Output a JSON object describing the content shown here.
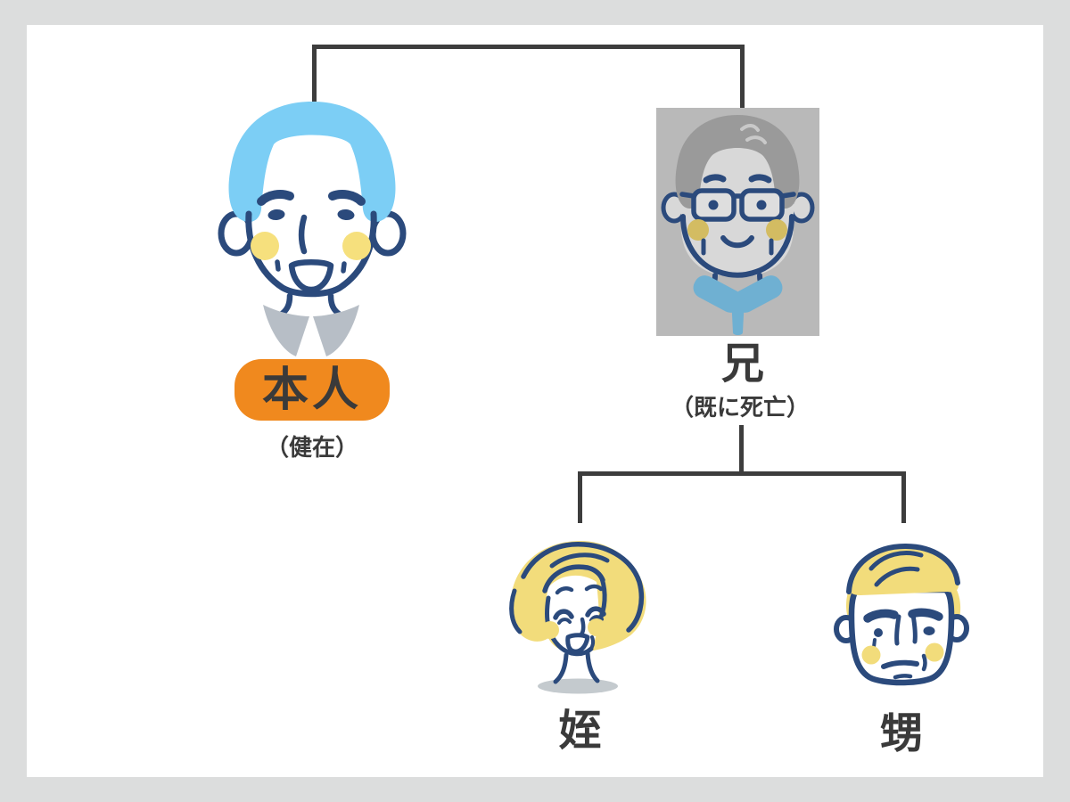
{
  "page": {
    "background": "#dcdddd",
    "card_background": "#ffffff",
    "connector_color": "#3d3d3d",
    "text_color": "#3a3a3a"
  },
  "tree": {
    "self": {
      "label": "本人",
      "status": "（健在）",
      "badge_color": "#F0891E"
    },
    "brother": {
      "label": "兄",
      "status": "（既に死亡）",
      "photo_background": "#B9B9B9"
    },
    "niece": {
      "label": "姪"
    },
    "nephew": {
      "label": "甥"
    }
  },
  "palette": {
    "outline_navy": "#2B4A7C",
    "hair_blue": "#7CCEF5",
    "hair_yellow": "#F2DC7B",
    "cheek_yellow": "#F6E07D",
    "collar_gray": "#B7BEC6",
    "collar_blue": "#6FB0D2",
    "photo_hair_gray": "#9A9A9A",
    "photo_face_gray": "#D8D8D8",
    "photo_cheek_olive": "#D3BC62",
    "neck_base_gray": "#C4CACE"
  }
}
